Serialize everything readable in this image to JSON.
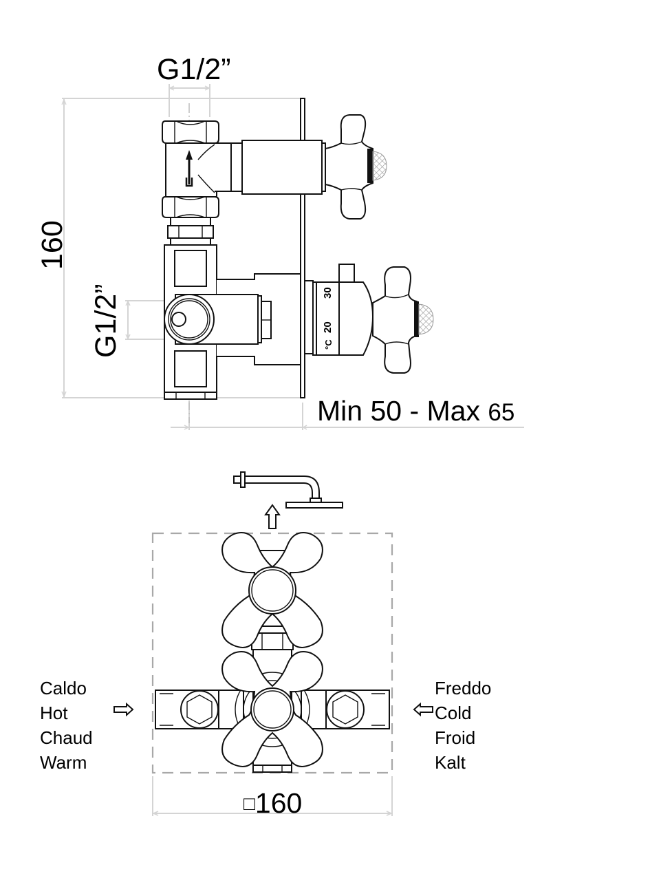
{
  "title": "Thermostatic shower mixer – technical drawing",
  "side_view": {
    "top_connection": "G1/2”",
    "side_connection": "G1/2”",
    "height": "160",
    "depth_min_label": "Min 50",
    "depth_separator": " - ",
    "depth_max_label": "Max",
    "depth_max_value": "65",
    "temperature_scale": {
      "unit": "°C",
      "marks": [
        "20",
        "30"
      ]
    }
  },
  "front_view": {
    "width_symbol": "□",
    "width": "160",
    "hot_inlet": [
      "Caldo",
      "Hot",
      "Chaud",
      "Warm"
    ],
    "cold_inlet": [
      "Freddo",
      "Cold",
      "Froid",
      "Kalt"
    ],
    "outlet_arrow": "arrow-up-icon",
    "hot_arrow": "arrow-right-icon",
    "cold_arrow": "arrow-left-icon"
  },
  "colors": {
    "line": "#111111",
    "dimension": "#d4d4d4",
    "dashed": "#a8a8a8",
    "knurl": "#9a9a9a"
  }
}
